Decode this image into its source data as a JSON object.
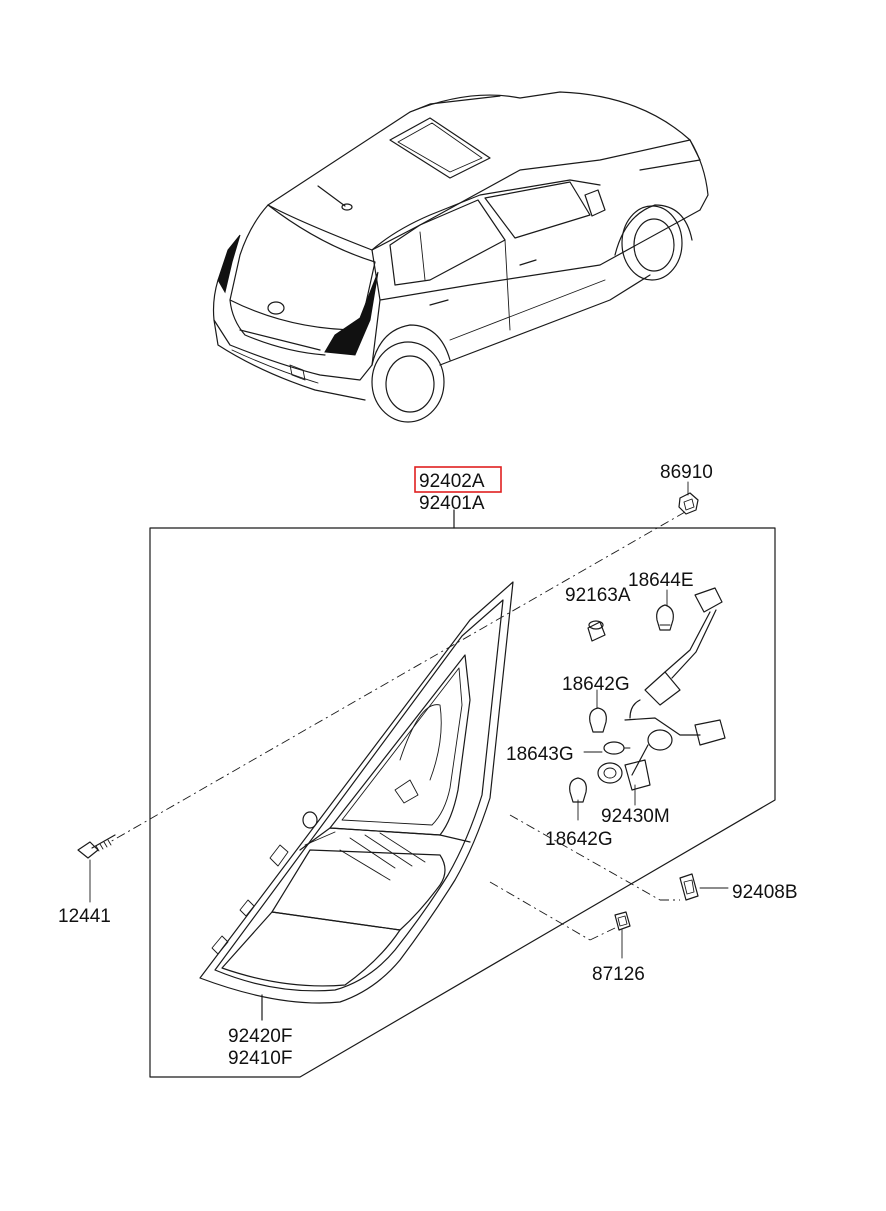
{
  "diagram": {
    "parts": {
      "p_92402A": "92402A",
      "p_92401A": "92401A",
      "p_86910": "86910",
      "p_18644E": "18644E",
      "p_92163A": "92163A",
      "p_18642G_top": "18642G",
      "p_18643G": "18643G",
      "p_92430M": "92430M",
      "p_18642G_bottom": "18642G",
      "p_92408B": "92408B",
      "p_12441": "12441",
      "p_87126": "87126",
      "p_92420F": "92420F",
      "p_92410F": "92410F"
    },
    "highlighted_part": "92402A",
    "highlight_color": "#e02020"
  }
}
